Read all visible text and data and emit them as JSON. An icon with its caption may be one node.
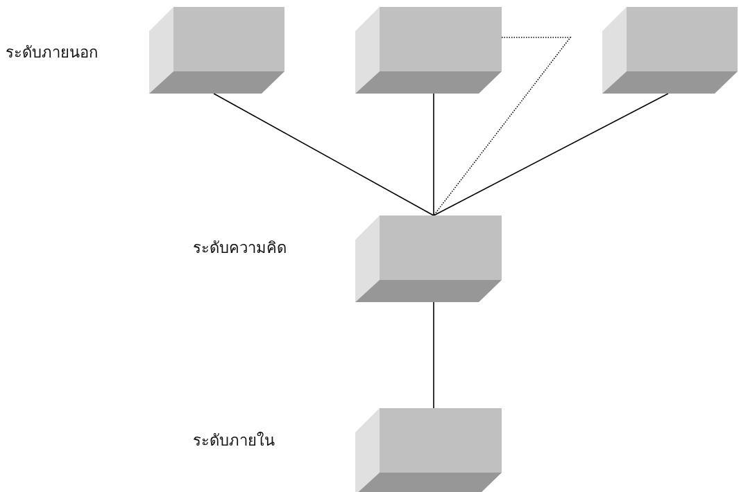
{
  "diagram": {
    "nodes": [
      {
        "text": [],
        "shape": "box"
      },
      {
        "text": [],
        "shape": "box"
      },
      {
        "text": [],
        "shape": "box"
      },
      {
        "text": [],
        "shape": "box"
      },
      {
        "text": [],
        "shape": "box"
      }
    ],
    "edges": [
      {
        "from": 0,
        "to": 3,
        "arrow": "none"
      },
      {
        "from": 1,
        "to": 3,
        "arrow": "none"
      },
      {
        "from": 1,
        "to": 3,
        "arrow": "none",
        "style": "dashed"
      },
      {
        "from": 2,
        "to": 3,
        "arrow": "none"
      },
      {
        "from": 3,
        "to": 4,
        "arrow": "none"
      }
    ],
    "labels": [
      "ระดับภายนอก",
      "ระดับความคิด",
      "ระดับภายใน"
    ]
  }
}
